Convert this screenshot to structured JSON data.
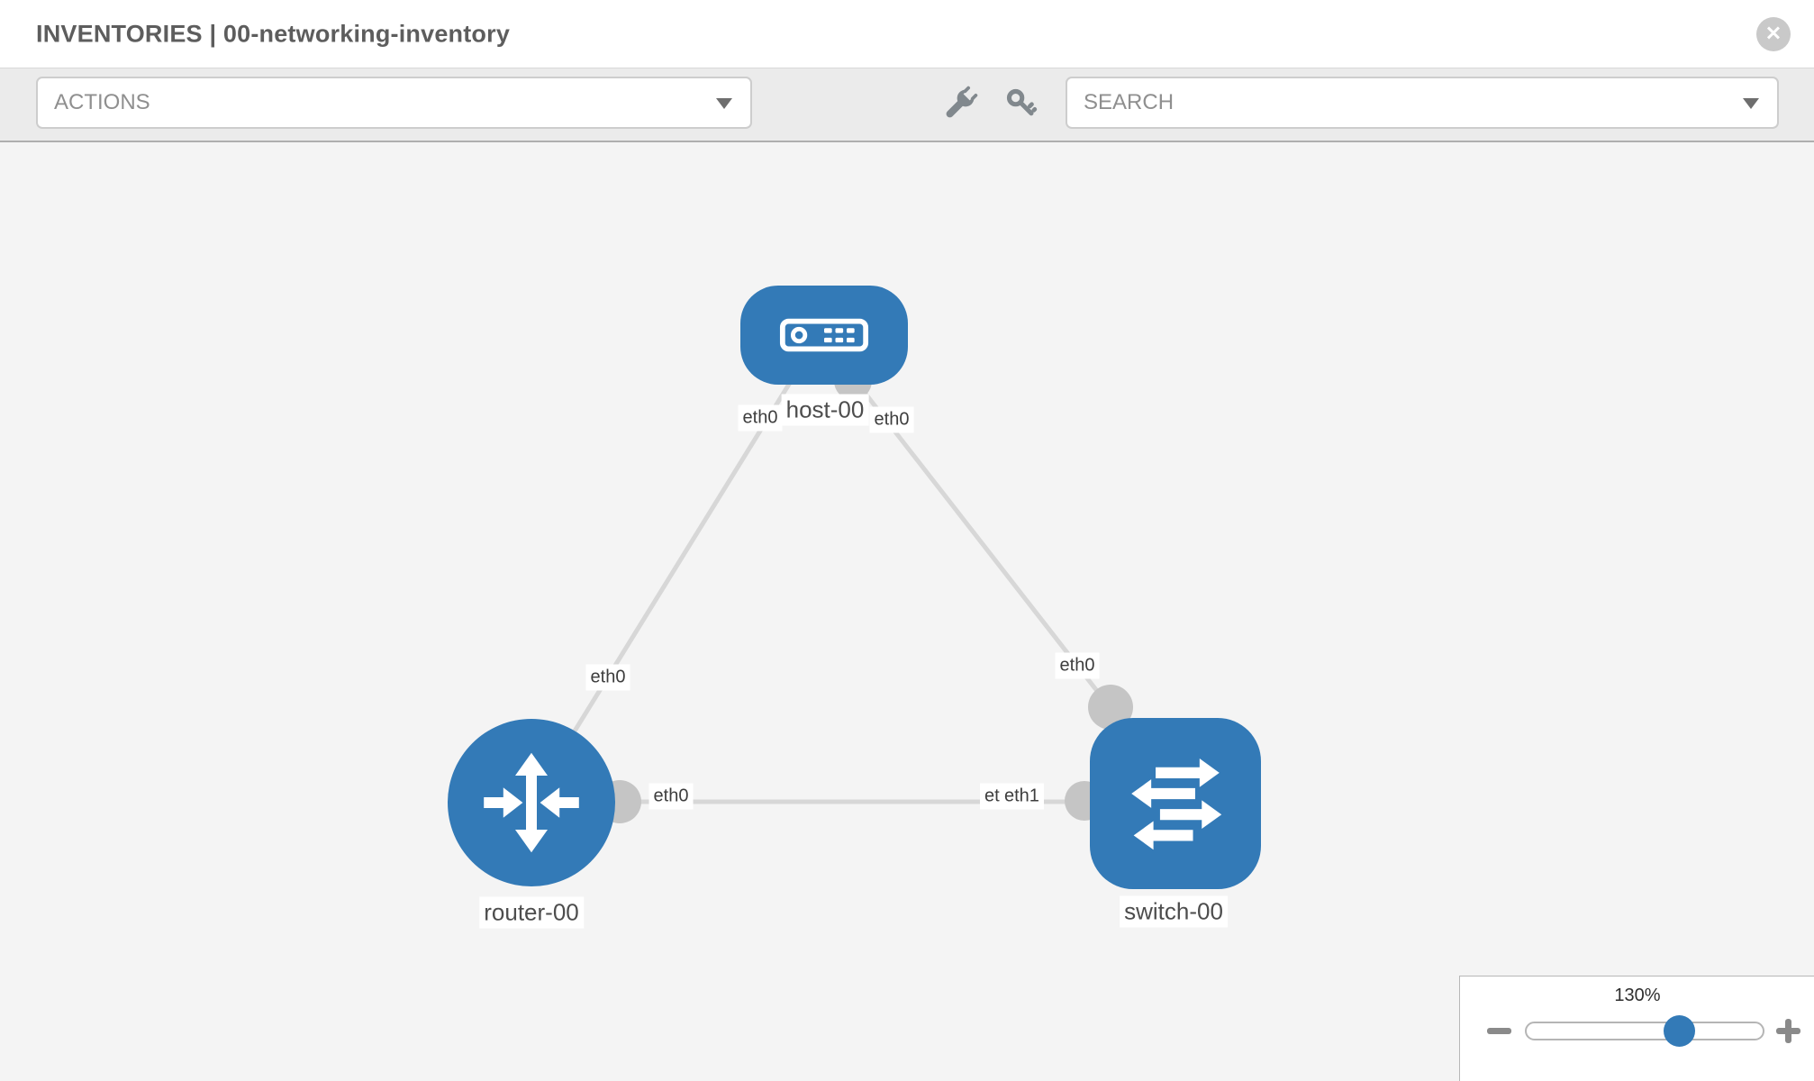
{
  "header": {
    "title": "INVENTORIES | 00-networking-inventory"
  },
  "toolbar": {
    "actions_label": "ACTIONS",
    "search_placeholder": "SEARCH",
    "icons": [
      "wrench-icon",
      "key-icon"
    ]
  },
  "topology": {
    "nodes": [
      {
        "id": "host-00",
        "type": "host",
        "label": "host-00"
      },
      {
        "id": "router-00",
        "type": "router",
        "label": "router-00"
      },
      {
        "id": "switch-00",
        "type": "switch",
        "label": "switch-00"
      }
    ],
    "links": [
      {
        "source": "host-00",
        "target": "router-00",
        "source_interface": "eth0",
        "target_interface": "eth0"
      },
      {
        "source": "host-00",
        "target": "switch-00",
        "source_interface": "eth0",
        "target_interface": "eth0"
      },
      {
        "source": "router-00",
        "target": "switch-00",
        "source_interface": "eth0",
        "target_interface": "eth1",
        "target_interface_overlapped": "eth0"
      }
    ]
  },
  "zoom_control": {
    "value": "130%"
  },
  "colors": {
    "node_blue": "#337ab7",
    "link_gray": "#d7d7d7",
    "endpoint_gray": "#c5c5c5",
    "canvas_bg": "#f4f4f4",
    "toolbar_bg": "#ebebeb"
  }
}
